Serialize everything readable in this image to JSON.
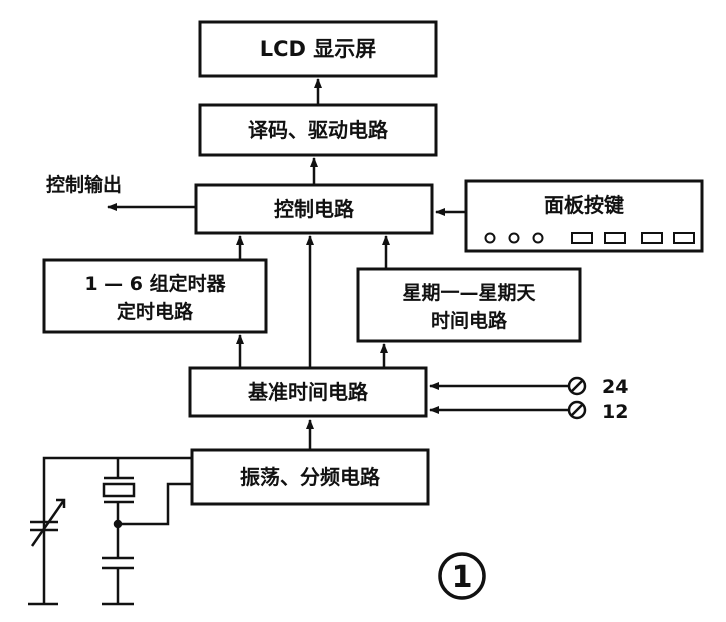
{
  "blocks": {
    "lcd": "LCD 显示屏",
    "decoder": "译码、驱动电路",
    "control": "控制电路",
    "panel_keys": "面板按键",
    "timer_line1": "1 — 6 组定时器",
    "timer_line2": "定时电路",
    "week_line1": "星期一—星期天",
    "week_line2": "时间电路",
    "base_time": "基准时间电路",
    "oscillator": "振荡、分频电路"
  },
  "labels": {
    "control_output": "控制输出",
    "mode_24": "24",
    "mode_12": "12",
    "figure_number": "1"
  },
  "colors": {
    "ink": "#111111",
    "paper": "#ffffff"
  }
}
